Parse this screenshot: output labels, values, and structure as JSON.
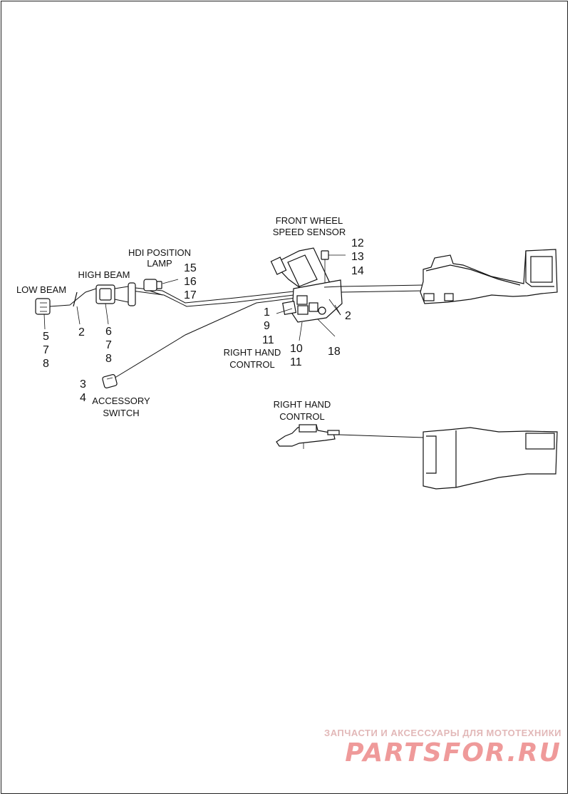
{
  "labels": {
    "front_wheel_speed_sensor": [
      "FRONT WHEEL",
      "SPEED SENSOR"
    ],
    "hdi_position_lamp": [
      "HDI POSITION",
      "LAMP"
    ],
    "high_beam": "HIGH BEAM",
    "low_beam": "LOW BEAM",
    "right_hand_control_1": [
      "RIGHT HAND",
      "CONTROL"
    ],
    "accessory_switch": [
      "ACCESSORY",
      "SWITCH"
    ],
    "right_hand_control_2": [
      "RIGHT HAND",
      "CONTROL"
    ]
  },
  "callouts": {
    "sensor_refs": [
      "12",
      "13",
      "14"
    ],
    "hdi_refs": [
      "15",
      "16",
      "17"
    ],
    "low_beam_refs": [
      "5",
      "7",
      "8"
    ],
    "high_beam_left_ref": "2",
    "high_beam_refs": [
      "6",
      "7",
      "8"
    ],
    "control_left_refs": [
      "1",
      "9",
      "11"
    ],
    "control_right_ref": "2",
    "control_bottom_refs": [
      "10",
      "11"
    ],
    "control_bottom_right_ref": "18",
    "accessory_refs": [
      "3",
      "4"
    ]
  },
  "watermark": {
    "top": "ЗАПЧАСТИ И АКСЕССУАРЫ ДЛЯ МОТОТЕХНИКИ",
    "brand": "PARTSFOR.RU"
  }
}
